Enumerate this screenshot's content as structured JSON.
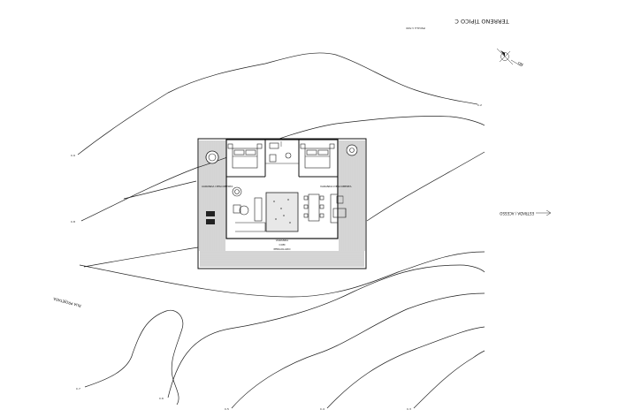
{
  "sheet": {
    "title": "TERRENO TÍPICO C",
    "scale": "ESCALA 1:500"
  },
  "north": {
    "label": "NG"
  },
  "access": {
    "label": "ESTRADA / ACESSO"
  },
  "road": {
    "label": "RUA PROJETADA"
  },
  "rooms": {
    "veranda_left": "VARANDA DESCOBERTA",
    "veranda_right": "VARANDA DESCOBERTA",
    "veranda_bottom_1": "VARANDA",
    "veranda_bottom_2": "COM",
    "veranda_bottom_3": "PERGOLADO"
  },
  "contour_levels": [
    "C.9",
    "C.8",
    "C.7",
    "C.6",
    "C.5",
    "C.4",
    "C.3",
    "C.2"
  ]
}
